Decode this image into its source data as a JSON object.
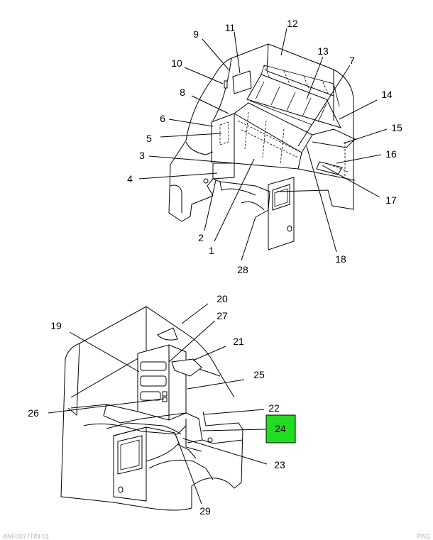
{
  "colors": {
    "highlight": "#22dd22",
    "line": "#000000",
    "background": "#ffffff"
  },
  "callouts": {
    "c1": "1",
    "c2": "2",
    "c3": "3",
    "c4": "4",
    "c5": "5",
    "c6": "6",
    "c7": "7",
    "c8": "8",
    "c9": "9",
    "c10": "10",
    "c11": "11",
    "c12": "12",
    "c13": "13",
    "c14": "14",
    "c15": "15",
    "c16": "16",
    "c17": "17",
    "c18": "18",
    "c19": "19",
    "c20": "20",
    "c21": "21",
    "c22": "22",
    "c23": "23",
    "c24": "24",
    "c25": "25",
    "c26": "26",
    "c27": "27",
    "c28": "28",
    "c29": "29"
  },
  "highlighted_callout": "24",
  "footer": {
    "left": "ANF0077TIN 01",
    "right": "PAG"
  }
}
